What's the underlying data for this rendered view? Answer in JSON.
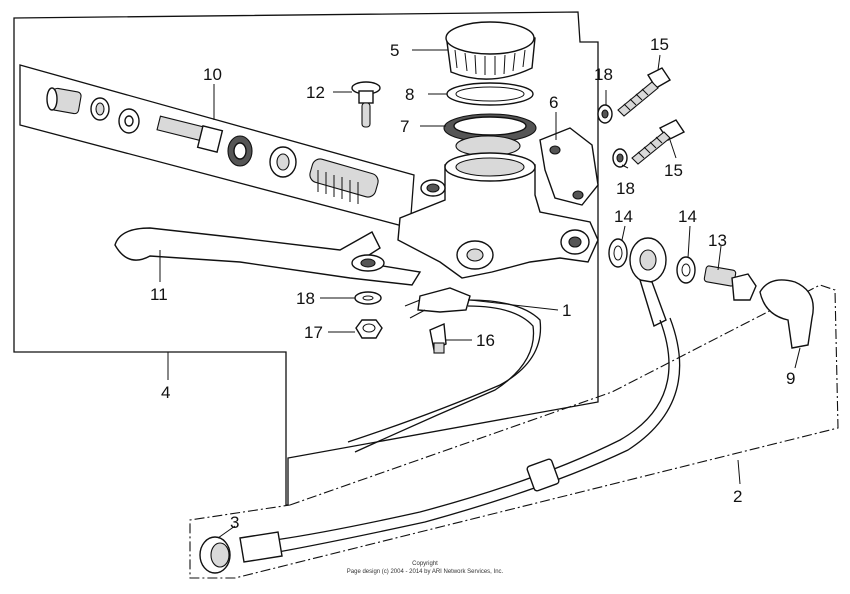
{
  "callouts": {
    "c1": "1",
    "c2": "2",
    "c3": "3",
    "c4": "4",
    "c5": "5",
    "c6": "6",
    "c7": "7",
    "c8": "8",
    "c9": "9",
    "c10": "10",
    "c11": "11",
    "c12": "12",
    "c13": "13",
    "c14a": "14",
    "c14b": "14",
    "c15a": "15",
    "c15b": "15",
    "c16": "16",
    "c17": "17",
    "c18a": "18",
    "c18b": "18",
    "c18c": "18"
  },
  "copyright": {
    "line1": "Copyright",
    "line2": "Page design (c) 2004 - 2014 by ARI Network Services, Inc."
  }
}
